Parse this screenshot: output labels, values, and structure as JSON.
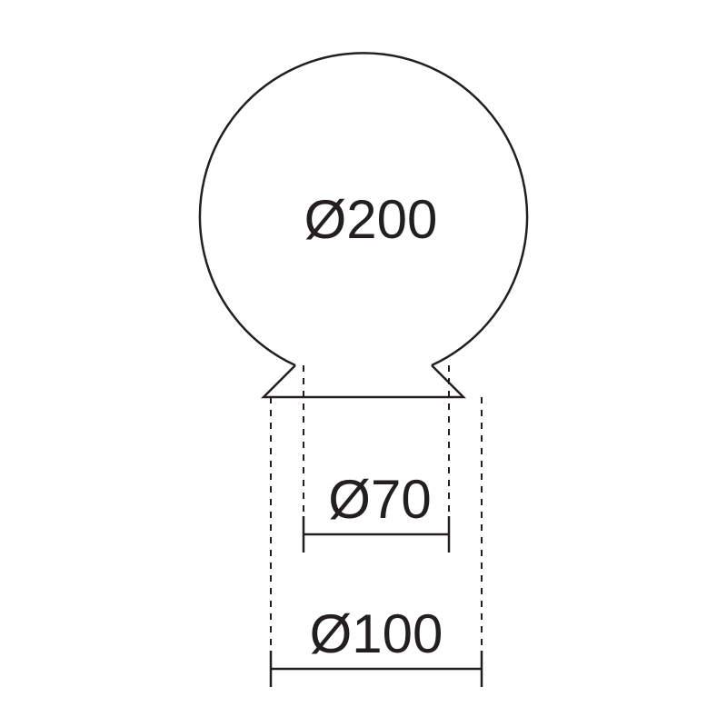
{
  "diagram": {
    "globe_diameter_label": "Ø200",
    "inner_neck_diameter_label": "Ø70",
    "outer_neck_diameter_label": "Ø100",
    "line_color": "#231f20"
  }
}
